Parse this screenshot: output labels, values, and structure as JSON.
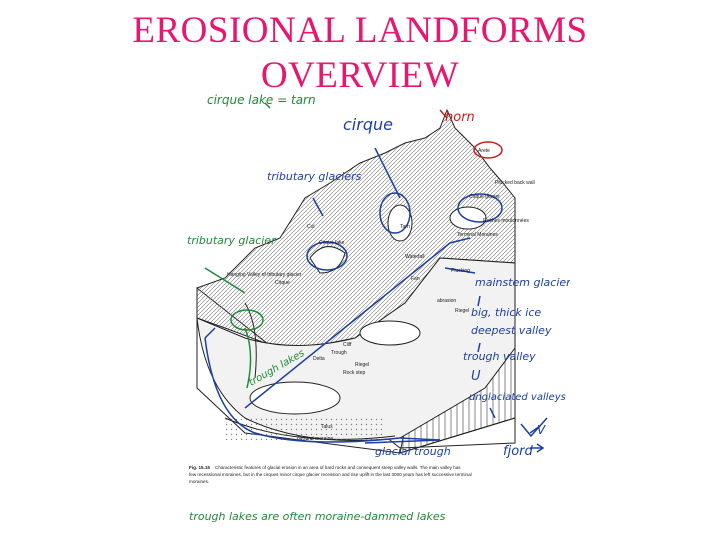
{
  "slide": {
    "title_line1": "EROSIONAL LANDFORMS",
    "title_line2": "OVERVIEW"
  },
  "colors": {
    "title": "#e8166f",
    "handwriting_green": "#1f8a3a",
    "handwriting_blue": "#1c3fa6",
    "handwriting_red": "#c81e1e",
    "ink": "#1a1a1a"
  },
  "green_notes": {
    "cirque_lake": "cirque lake = tarn",
    "tributary_glacier": "tributary glacier",
    "trough_lakes": "trough lakes",
    "footnote": "trough lakes are often moraine-dammed lakes"
  },
  "blue_notes": {
    "cirque": "cirque",
    "tributary_glaciers": "tributary glaciers",
    "mainstem_glacier": "mainstem glacier",
    "big_thick_ice": "big, thick ice",
    "deepest_valley": "deepest valley",
    "trough_valley": "trough valley",
    "u_symbol": "U",
    "unglaciated_valleys": "unglaciated valleys",
    "v_symbol": "V",
    "glacial_trough": "glacial trough",
    "fjord": "fjord"
  },
  "red_notes": {
    "horn": "horn"
  },
  "printed_labels": {
    "arete": "Arete",
    "plucked_back_wall": "Plucked back wall",
    "cirque_glacier": "Cirque glacier",
    "roches_moutonnees": "Roches moutonnées",
    "terminal_moraines": "Terminal Moraines",
    "col": "Col",
    "tarn": "Tarn",
    "cirque_lake": "Cirque lake",
    "waterfall": "Waterfall",
    "plucking": "Plucking",
    "hanging_valley": "Hanging Valley of tributary glacier",
    "cirque": "Cirque",
    "fan": "Fan",
    "riegel_1": "Riegel",
    "riegel_2": "Riegel",
    "cliff": "Cliff",
    "delta": "Delta",
    "trough": "Trough",
    "talus": "Talus",
    "ground_moraine": "Ground moraine",
    "glacier_abrasion": "abrasion",
    "rock_step": "Rock step"
  },
  "caption": {
    "fig_number": "Fig. 15.15",
    "text_line1": "Characteristic features of glacial erosion in an area of hard rocks and consequent steep valley walls. The main valley has",
    "text_line2": "few recessional moraines, but in the cirques minor cirque glacier recession and rise uplift in the last 3000 years has left successive terminal",
    "text_line3": "moraines."
  }
}
